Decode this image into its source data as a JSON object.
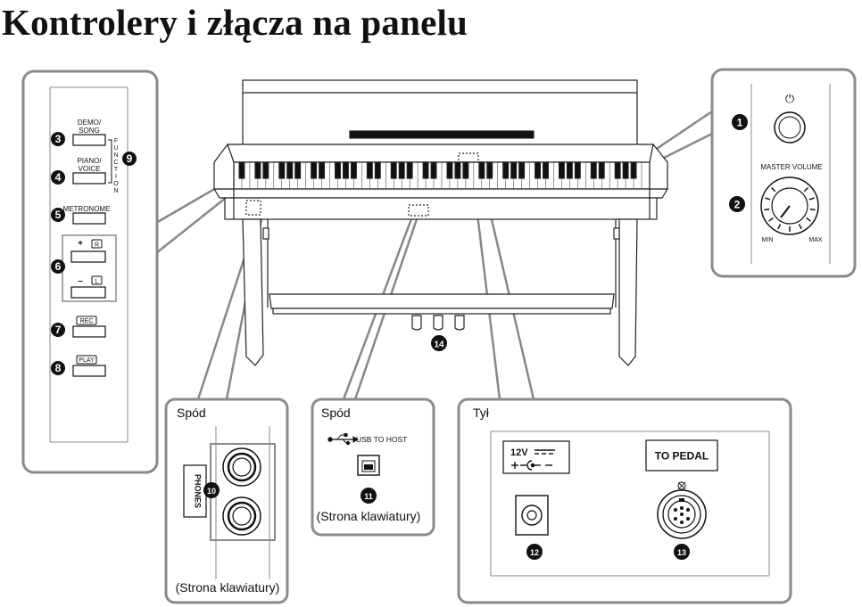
{
  "page": {
    "title": "Kontrolery i złącza na panelu"
  },
  "left_panel": {
    "buttons": [
      {
        "number": "3",
        "label": "DEMO/\nSONG"
      },
      {
        "number": "4",
        "label": "PIANO/\nVOICE"
      },
      {
        "number": "5",
        "label": "METRONOME"
      },
      {
        "number": "7",
        "label": "REC"
      },
      {
        "number": "8",
        "label": "PLAY"
      }
    ],
    "function_label": "FUNCTION",
    "function_number": "9",
    "tempo_group": {
      "number": "6",
      "plus": "+",
      "plus_badge": "R",
      "minus": "–",
      "minus_badge": "L"
    }
  },
  "right_panel": {
    "power": {
      "number": "1",
      "symbol": "⏻"
    },
    "volume": {
      "number": "2",
      "label": "MASTER VOLUME",
      "min": "MIN",
      "max": "MAX"
    }
  },
  "pedals": {
    "number": "14"
  },
  "phones_panel": {
    "header": "Spód",
    "label": "PHONES",
    "number": "10",
    "caption": "(Strona klawiatury)"
  },
  "usb_panel": {
    "header": "Spód",
    "label": "USB TO HOST",
    "number": "11",
    "caption": "(Strona klawiatury)"
  },
  "rear_panel": {
    "header": "Tył",
    "dc_label": "12V",
    "dc_number": "12",
    "pedal_label": "TO PEDAL",
    "pedal_number": "13"
  }
}
